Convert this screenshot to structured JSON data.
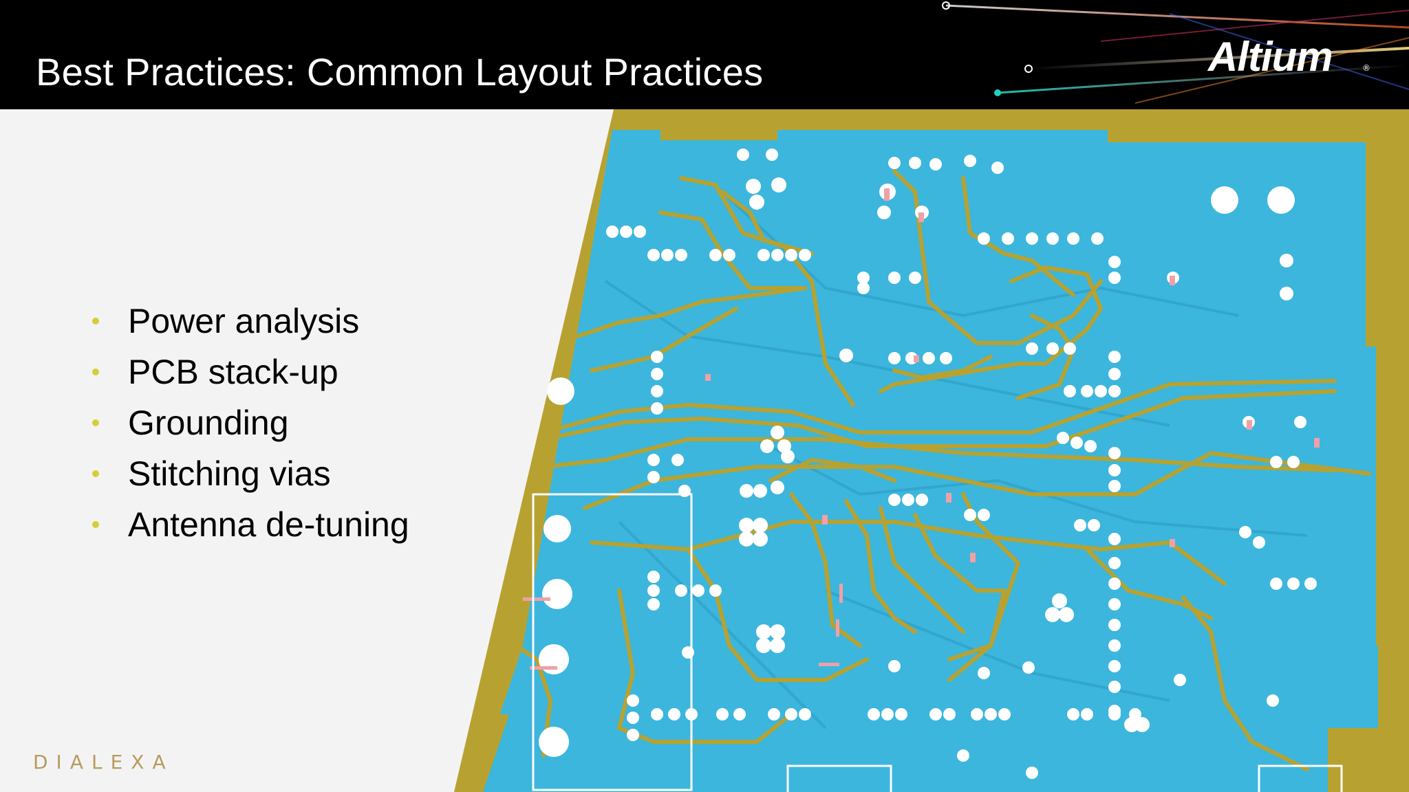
{
  "slide": {
    "title": "Best Practices: Common Layout Practices",
    "brand": "Altium",
    "brand_mark": "®",
    "footer_brand": "DIALEXA",
    "bullets": [
      "Power analysis",
      "PCB stack-up",
      "Grounding",
      "Stitching vias",
      "Antenna de-tuning"
    ]
  },
  "colors": {
    "header_bg": "#000000",
    "slide_bg": "#f4f3f4",
    "board_copper": "#3cb6dc",
    "board_border": "#b7a231",
    "trace": "#b7a231",
    "via": "#ffffff",
    "via_accent": "#f0a0a8",
    "bullet_dot": "#d8cc3a",
    "footer_brand": "#b89a5e"
  },
  "icons": {
    "bullet": "bullet-dot-icon",
    "header_art": "light-streaks-graphic",
    "board_image": "pcb-layout-image"
  }
}
